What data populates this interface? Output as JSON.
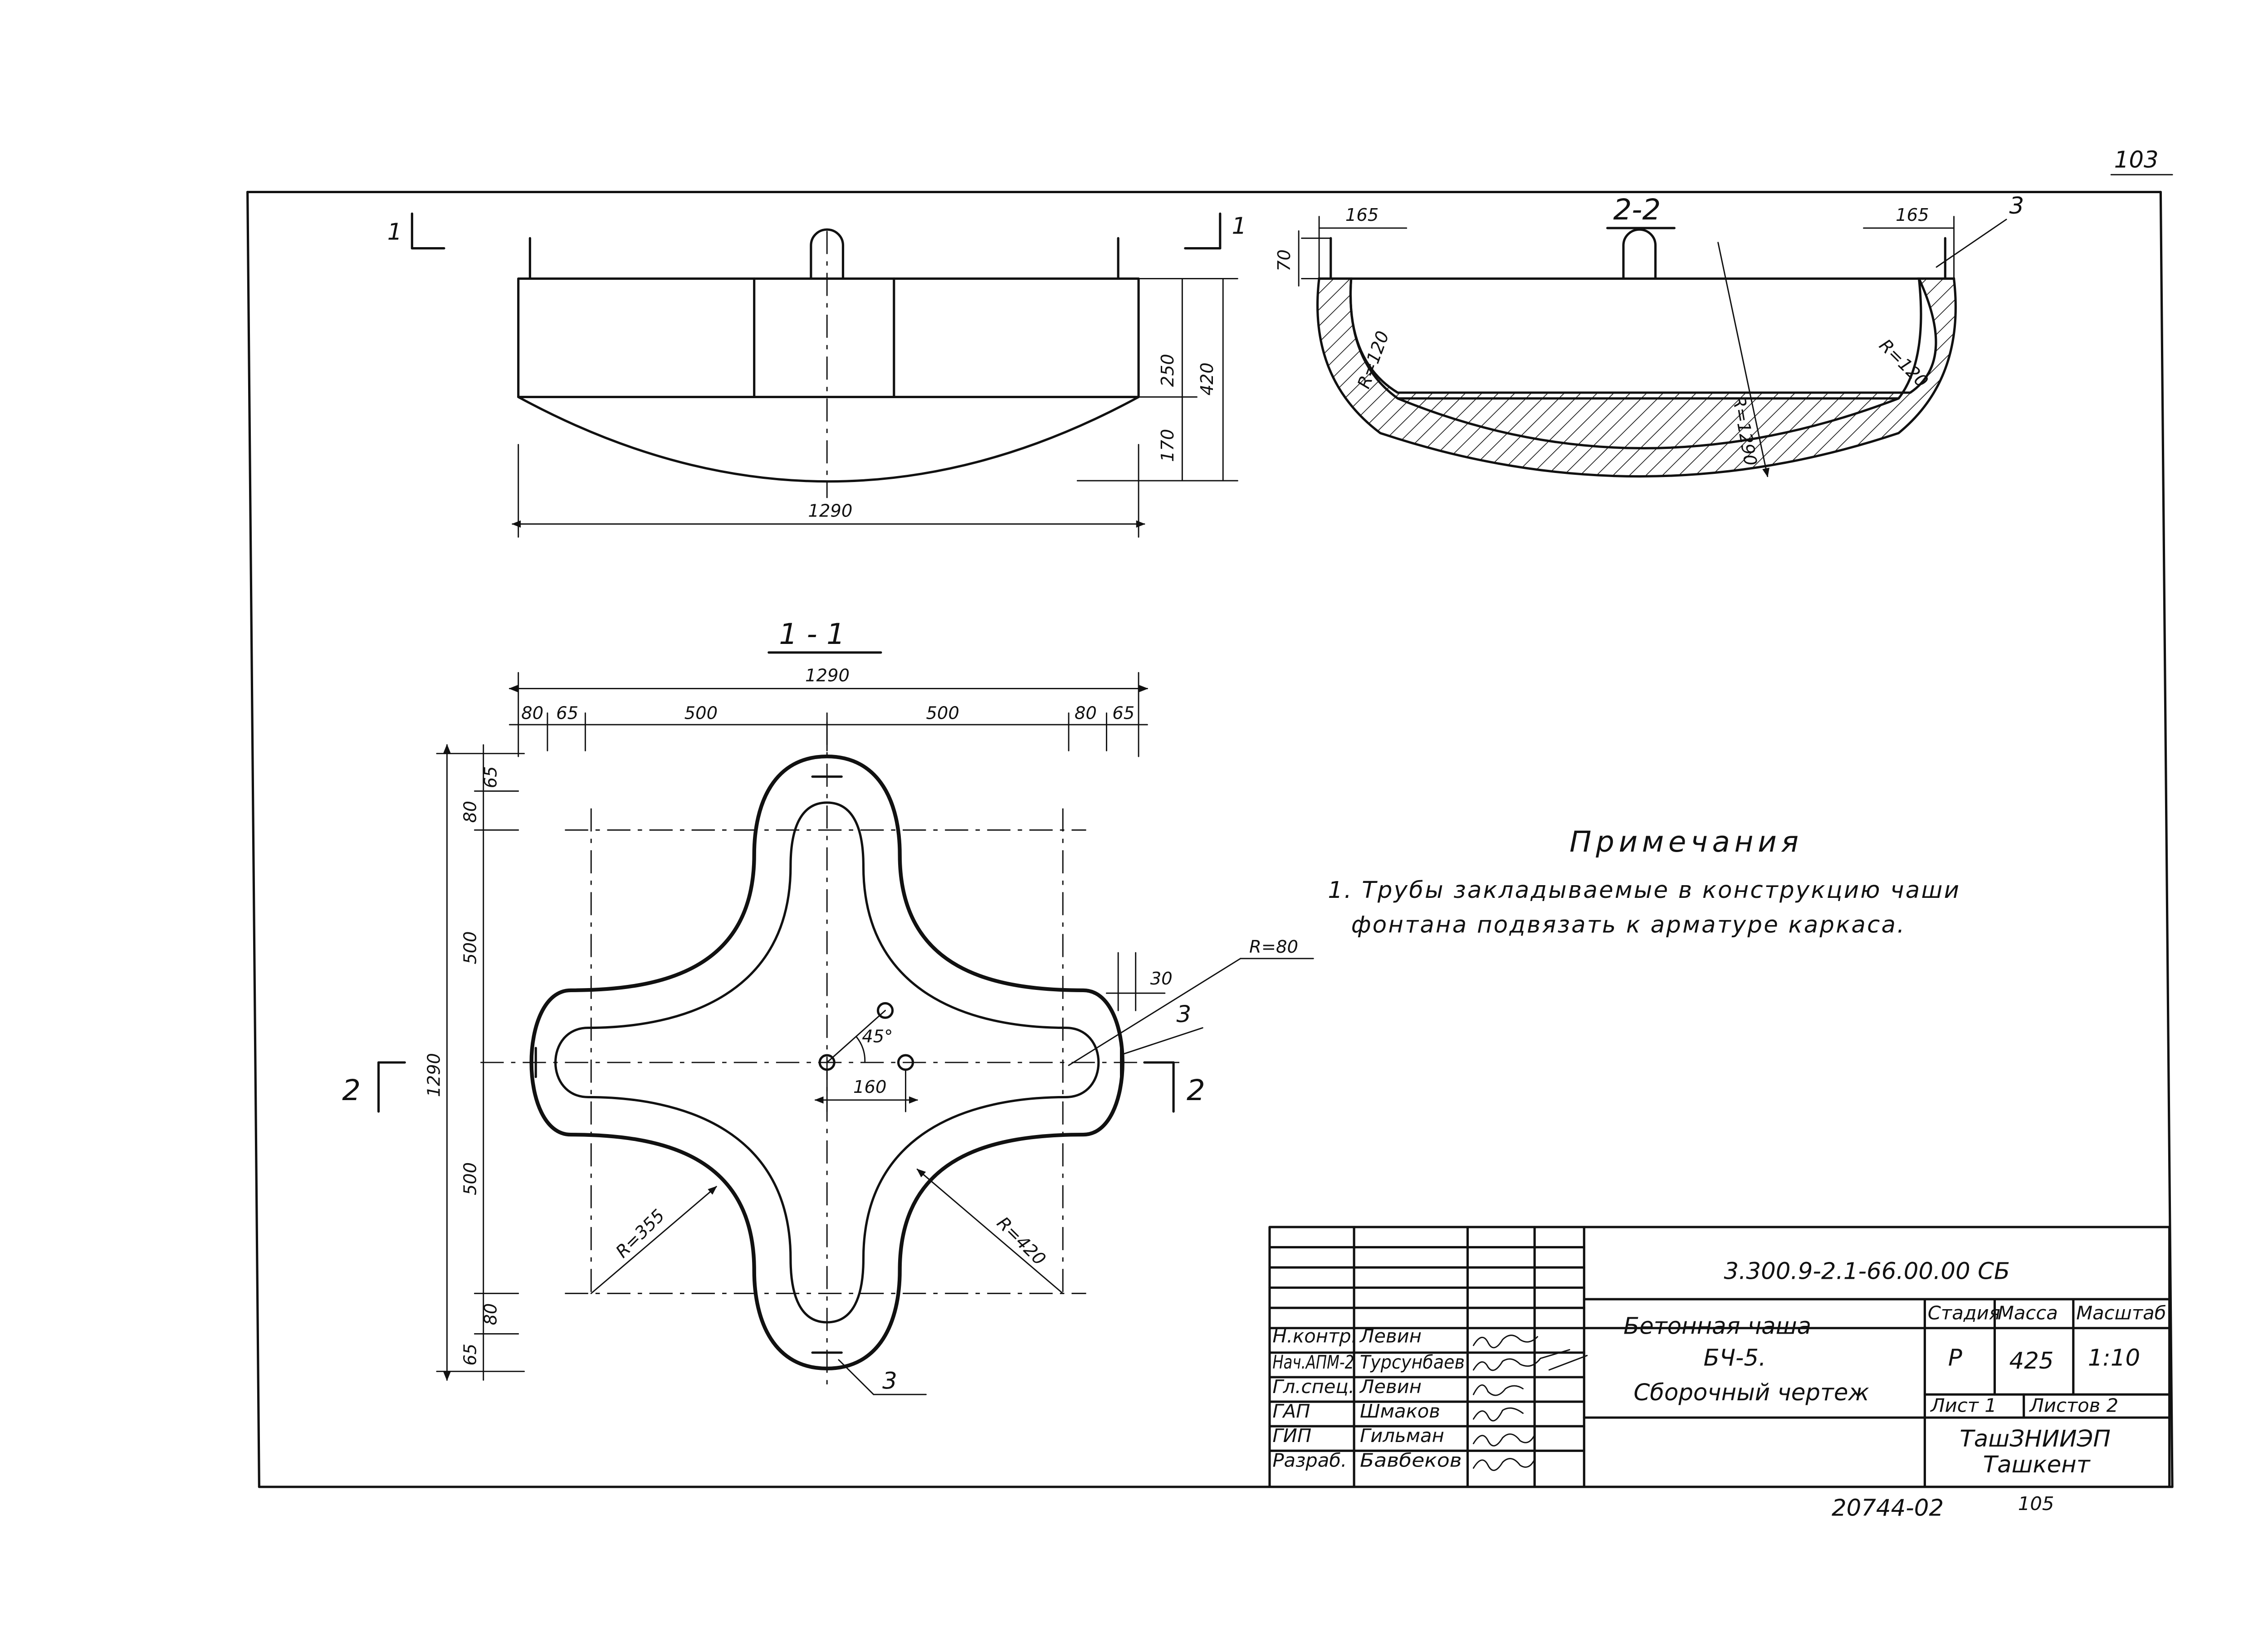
{
  "sheet": {
    "page_number": "103",
    "bottom_code": "20744-02",
    "bottom_page": "105"
  },
  "views": {
    "top_elevation": {
      "width": "1290",
      "height_total": "420",
      "height_upper": "250",
      "height_lower": "170",
      "cut_marker": "1"
    },
    "section_2_2": {
      "title": "2-2",
      "edge_left": "165",
      "edge_right": "165",
      "rim": "70",
      "callout": "3",
      "radius_big": "R=1290",
      "radius_left": "R=120",
      "radius_right": "R=120"
    },
    "plan_1_1": {
      "title": "1 - 1",
      "overall_width": "1290",
      "dims_top": [
        "80",
        "65",
        "500",
        "500",
        "80",
        "65"
      ],
      "dims_left": [
        "1290",
        "500",
        "500",
        "80",
        "65",
        "80",
        "65"
      ],
      "dim_30": "30",
      "radius_r80": "R=80",
      "radius_r355": "R=355",
      "radius_r420": "R=420",
      "angle": "45°",
      "spacing_160": "160",
      "callout_right": "3",
      "callout_bottom": "3",
      "section_marker": "2"
    }
  },
  "notes": {
    "title": "Примечания",
    "line1": "1. Трубы закладываемые в конструкцию чаши",
    "line2": "фонтана подвязать к арматуре каркаса."
  },
  "title_block": {
    "document_code": "3.300.9-2.1-66.00.00 СБ",
    "name_line1": "Бетонная чаша",
    "name_line2": "БЧ-5.",
    "name_line3": "Сборочный чертеж",
    "headers": {
      "stage": "Стадия",
      "mass": "Масса",
      "scale": "Масштаб"
    },
    "values": {
      "stage": "Р",
      "mass": "425",
      "scale": "1:10"
    },
    "sheet_label": "Лист 1",
    "sheets_label": "Листов 2",
    "org_line1": "ТашЗНИИЭП",
    "org_line2": "Ташкент",
    "staff": [
      {
        "role": "Н.контр.",
        "name": "Левин"
      },
      {
        "role": "Нач.АПМ-2",
        "name": "Турсунбаев"
      },
      {
        "role": "Гл.спец.",
        "name": "Левин"
      },
      {
        "role": "ГАП",
        "name": "Шмаков"
      },
      {
        "role": "ГИП",
        "name": "Гильман"
      },
      {
        "role": "Разраб.",
        "name": "Бавбеков"
      }
    ]
  }
}
